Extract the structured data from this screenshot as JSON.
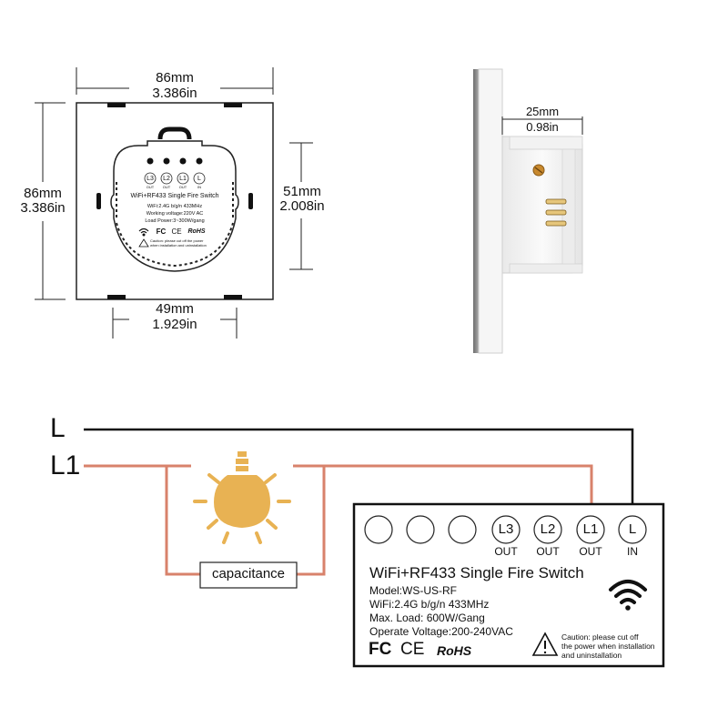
{
  "dimensions": {
    "top_width": [
      "86mm",
      "3.386in"
    ],
    "left_height": [
      "86mm",
      "3.386in"
    ],
    "right_height": [
      "51mm",
      "2.008in"
    ],
    "bottom_width": [
      "49mm",
      "1.929in"
    ],
    "depth": [
      "25mm",
      "0.98in"
    ]
  },
  "back_label": {
    "terminals": [
      {
        "name": "L3",
        "sub": "OUT"
      },
      {
        "name": "L2",
        "sub": "OUT"
      },
      {
        "name": "L1",
        "sub": "OUT"
      },
      {
        "name": "L",
        "sub": "IN"
      }
    ],
    "title": "WiFi+RF433 Single Fire Switch",
    "lines": [
      "WiFi:2.4G b/g/n 433MHz",
      "Working voltage:220V AC",
      "Load Power:3~300W/gang"
    ],
    "cert_fc": "FC",
    "cert_ce": "CE",
    "cert_rohs": "RoHS",
    "caution": [
      "Caution: please cut off the power",
      "when installation and uninstallation"
    ]
  },
  "wiring": {
    "line_l": "L",
    "line_l1": "L1",
    "capacitance": "capacitance",
    "colors": {
      "live": "#111111",
      "load": "#d8826b",
      "bulb": "#e8b253"
    }
  },
  "module": {
    "terminals": [
      {
        "name": "L3",
        "sub": "OUT"
      },
      {
        "name": "L2",
        "sub": "OUT"
      },
      {
        "name": "L1",
        "sub": "OUT"
      },
      {
        "name": "L",
        "sub": "IN"
      }
    ],
    "title": "WiFi+RF433 Single Fire Switch",
    "lines": [
      "Model:WS-US-RF",
      "WiFi:2.4G b/g/n 433MHz",
      "Max. Load: 600W/Gang",
      "Operate Voltage:200-240VAC"
    ],
    "cert_fc": "FC",
    "cert_ce": "CE",
    "cert_rohs": "RoHS",
    "caution": [
      "Caution: please cut off",
      "the power when installation",
      "and uninstallation"
    ]
  }
}
